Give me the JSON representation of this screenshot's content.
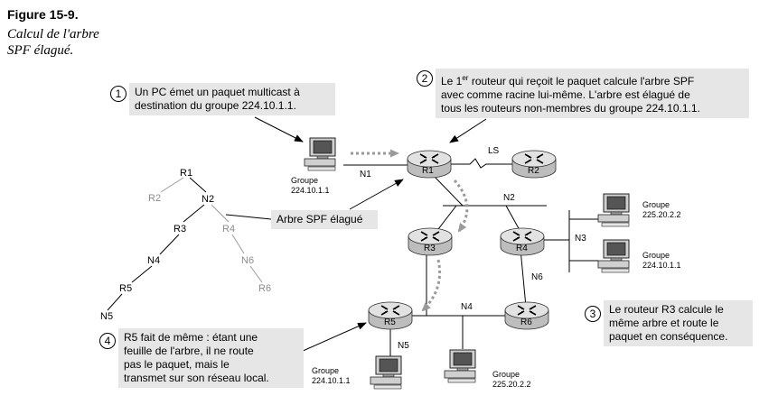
{
  "figure": {
    "number": "Figure 15-9.",
    "caption_line1": "Calcul de l'arbre",
    "caption_line2": "SPF élagué."
  },
  "callouts": {
    "c1": {
      "num": "1",
      "line1": "Un PC émet un paquet multicast à",
      "line2": "destination du groupe 224.10.1.1."
    },
    "c2": {
      "num": "2",
      "line1a": "Le 1",
      "line1sup": "er",
      "line1b": " routeur qui reçoit le paquet calcule l'arbre SPF",
      "line2": "avec comme racine lui-même. L'arbre est élagué de",
      "line3": "tous les routeurs non-membres du groupe 224.10.1.1."
    },
    "c3": {
      "num": "3",
      "line1": "Le routeur R3 calcule le",
      "line2": "même arbre et route le",
      "line3": "paquet en conséquence."
    },
    "c4": {
      "num": "4",
      "line1": "R5 fait de même : étant une",
      "line2": "feuille de l'arbre, il ne route",
      "line3": "pas le paquet, mais le",
      "line4": "transmet sur son réseau local."
    },
    "pruned": {
      "line1": "Arbre SPF élagué"
    }
  },
  "routers": [
    "R1",
    "R2",
    "R3",
    "R4",
    "R5",
    "R6"
  ],
  "links": {
    "N1": "N1",
    "N2": "N2",
    "N3": "N3",
    "N4": "N4",
    "N5": "N5",
    "N6": "N6",
    "LS": "LS"
  },
  "pcs": {
    "pc1": {
      "line1": "Groupe",
      "line2": "224.10.1.1"
    },
    "pc2": {
      "line1": "Groupe",
      "line2": "225.20.2.2"
    },
    "pc3": {
      "line1": "Groupe",
      "line2": "224.10.1.1"
    },
    "pc4": {
      "line1": "Groupe",
      "line2": "224.10.1.1"
    },
    "pc5": {
      "line1": "Groupe",
      "line2": "225.20.2.2"
    }
  },
  "tree": {
    "active": [
      "R1",
      "N2",
      "R3",
      "N4",
      "R5",
      "N5"
    ],
    "pruned": [
      "R2",
      "R4",
      "N6",
      "R6"
    ]
  },
  "colors": {
    "callout_bg": "#e6e6e6",
    "router_fill": "#d9d9d9",
    "pruned_text": "#8c8c8c",
    "flow_arrow": "#9a9a9a"
  }
}
